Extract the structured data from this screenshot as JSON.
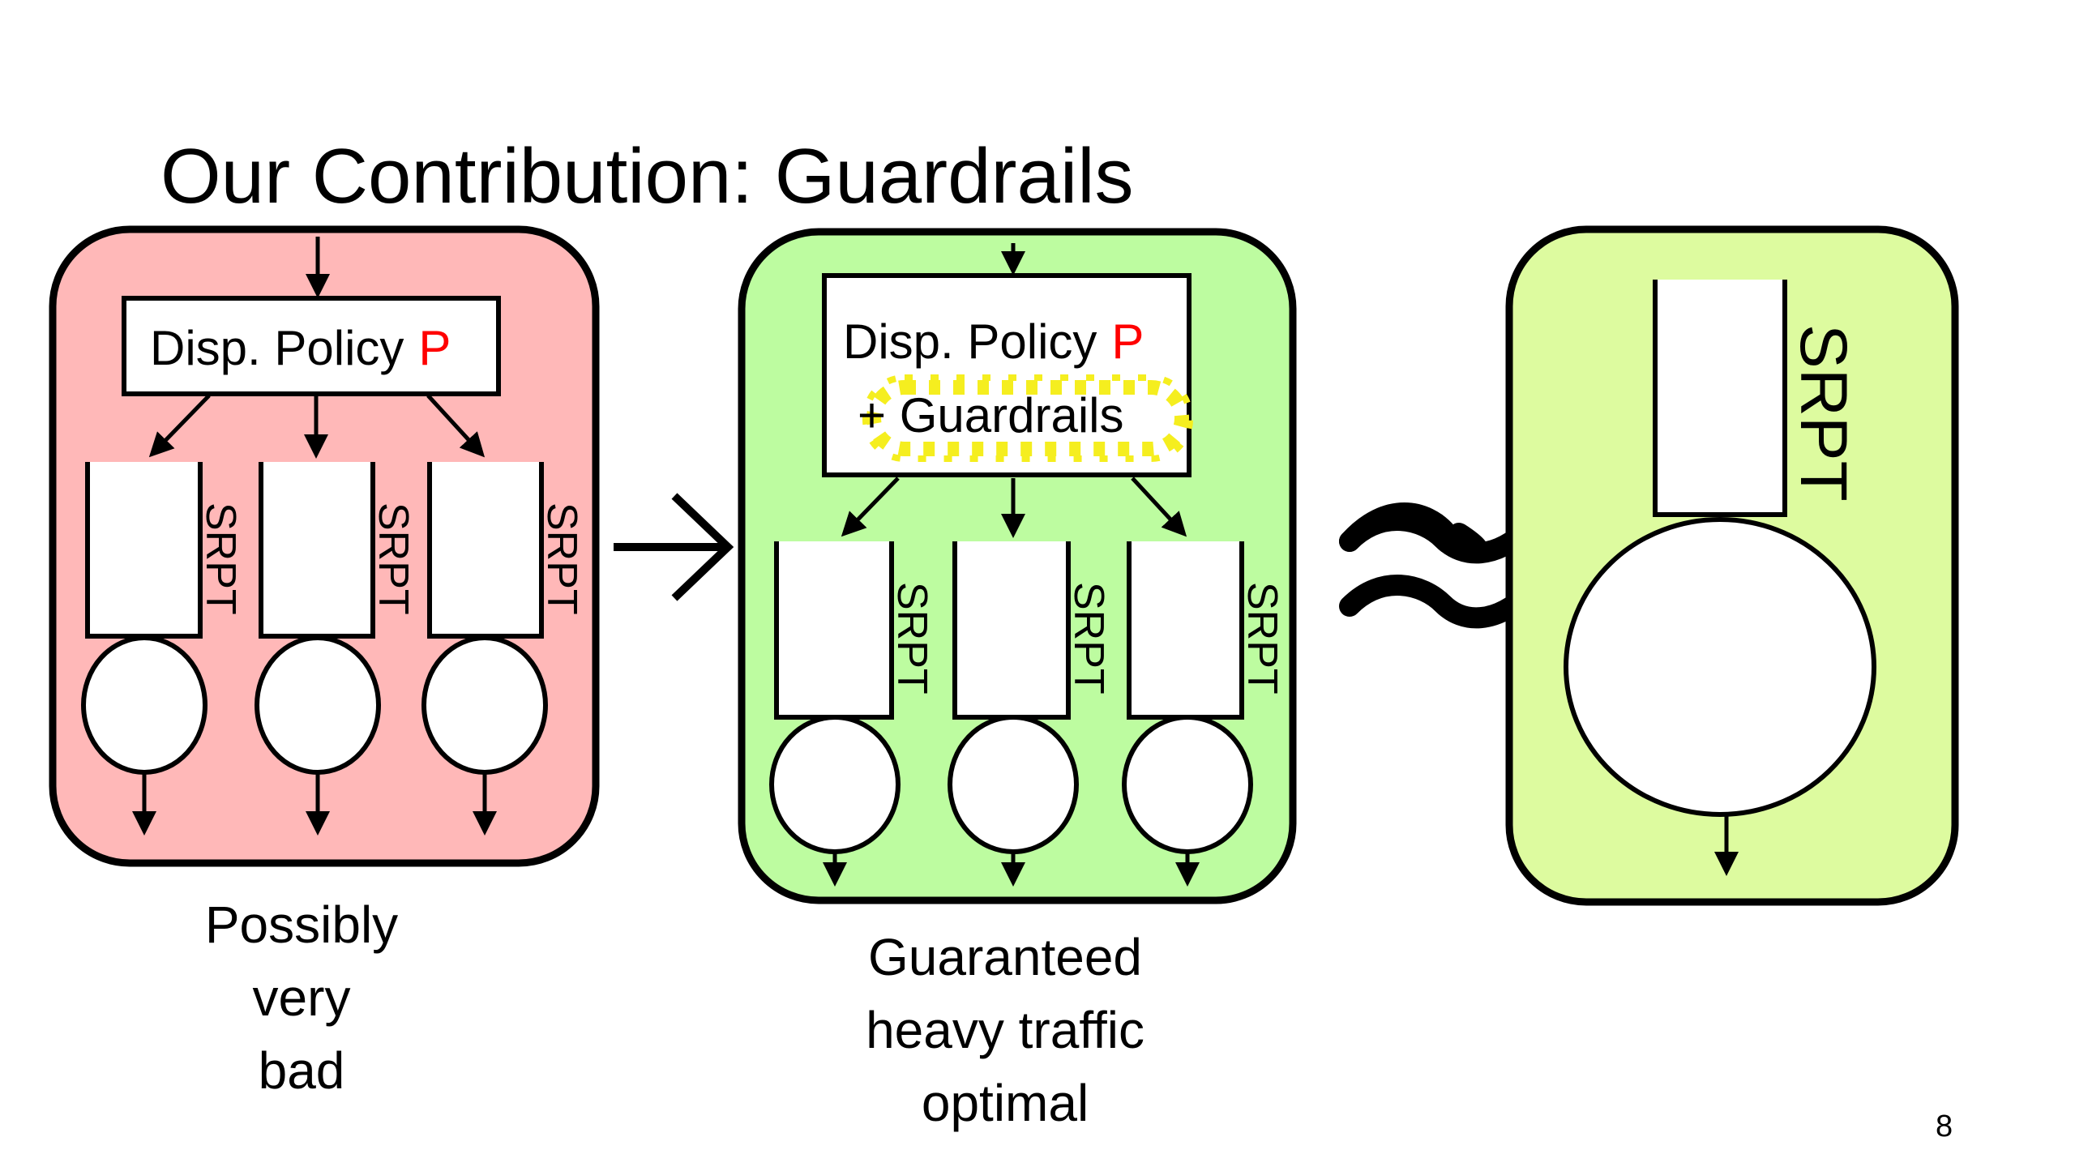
{
  "slide": {
    "title": "Our Contribution: Guardrails",
    "page_number": "8"
  },
  "colors": {
    "left_panel_fill": "#FFB8B8",
    "middle_panel_fill": "#BDFCA0",
    "right_panel_fill": "#DDFB9F",
    "outline": "#000000",
    "policy_p": "#FF0000",
    "guardrail_glow": "#F5EE1F"
  },
  "left_panel": {
    "policy_label": "Disp. Policy",
    "policy_symbol": "P",
    "queue_labels": [
      "SRPT",
      "SRPT",
      "SRPT"
    ],
    "caption": [
      "Possibly",
      "very",
      "bad"
    ]
  },
  "transition_arrow": {
    "icon": "right-arrow-icon"
  },
  "middle_panel": {
    "policy_label": "Disp. Policy",
    "policy_symbol": "P",
    "guardrails_label": "+ Guardrails",
    "queue_labels": [
      "SRPT",
      "SRPT",
      "SRPT"
    ],
    "caption": [
      "Guaranteed",
      "heavy traffic",
      "optimal"
    ]
  },
  "approx_symbol": {
    "icon": "approximately-equal-icon"
  },
  "right_panel": {
    "queue_label": "SRPT"
  }
}
